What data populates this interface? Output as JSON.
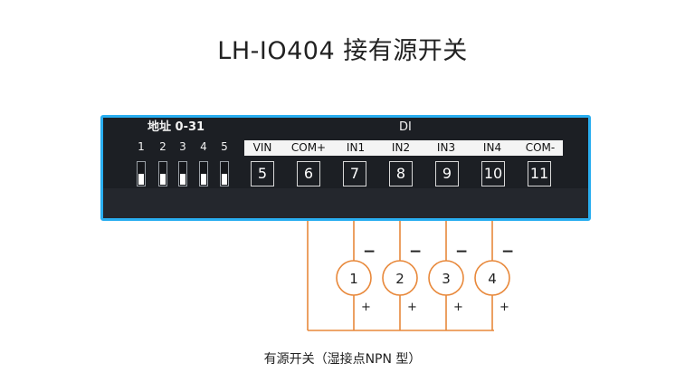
{
  "title": "LH-IO404 接有源开关",
  "device": {
    "address_label": "地址 0-31",
    "di_label": "DI",
    "dip_numbers": [
      "1",
      "2",
      "3",
      "4",
      "5"
    ],
    "terminal_labels": [
      "VIN",
      "COM+",
      "IN1",
      "IN2",
      "IN3",
      "IN4",
      "COM-"
    ],
    "terminal_numbers": [
      "5",
      "6",
      "7",
      "8",
      "9",
      "10",
      "11"
    ]
  },
  "switches": [
    {
      "number": "1",
      "minus": "−",
      "plus": "+"
    },
    {
      "number": "2",
      "minus": "−",
      "plus": "+"
    },
    {
      "number": "3",
      "minus": "−",
      "plus": "+"
    },
    {
      "number": "4",
      "minus": "−",
      "plus": "+"
    }
  ],
  "caption": "有源开关（湿接点NPN 型）",
  "colors": {
    "device_border": "#29aef0",
    "device_body": "#1c1f24",
    "wire": "#e8883a"
  }
}
